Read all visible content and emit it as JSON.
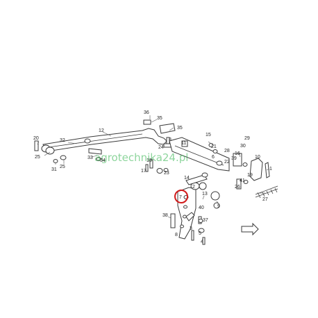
{
  "watermark": "agrotechnika24.pl",
  "highlight": {
    "label": "7",
    "color": "#d11a1a"
  },
  "callouts": [
    "36",
    "35",
    "35",
    "12",
    "32",
    "20",
    "25",
    "31",
    "25",
    "33",
    "34",
    "17",
    "18",
    "23",
    "24",
    "8",
    "11",
    "15",
    "21",
    "6",
    "16",
    "28",
    "29",
    "30",
    "10",
    "19",
    "41",
    "1",
    "14",
    "13",
    "9",
    "40",
    "37",
    "38",
    "8",
    "5",
    "4",
    "3",
    "26",
    "27",
    "22",
    "39",
    "2"
  ],
  "colors": {
    "watermark": "#2fb34a",
    "lines": "#3a3a3a"
  }
}
